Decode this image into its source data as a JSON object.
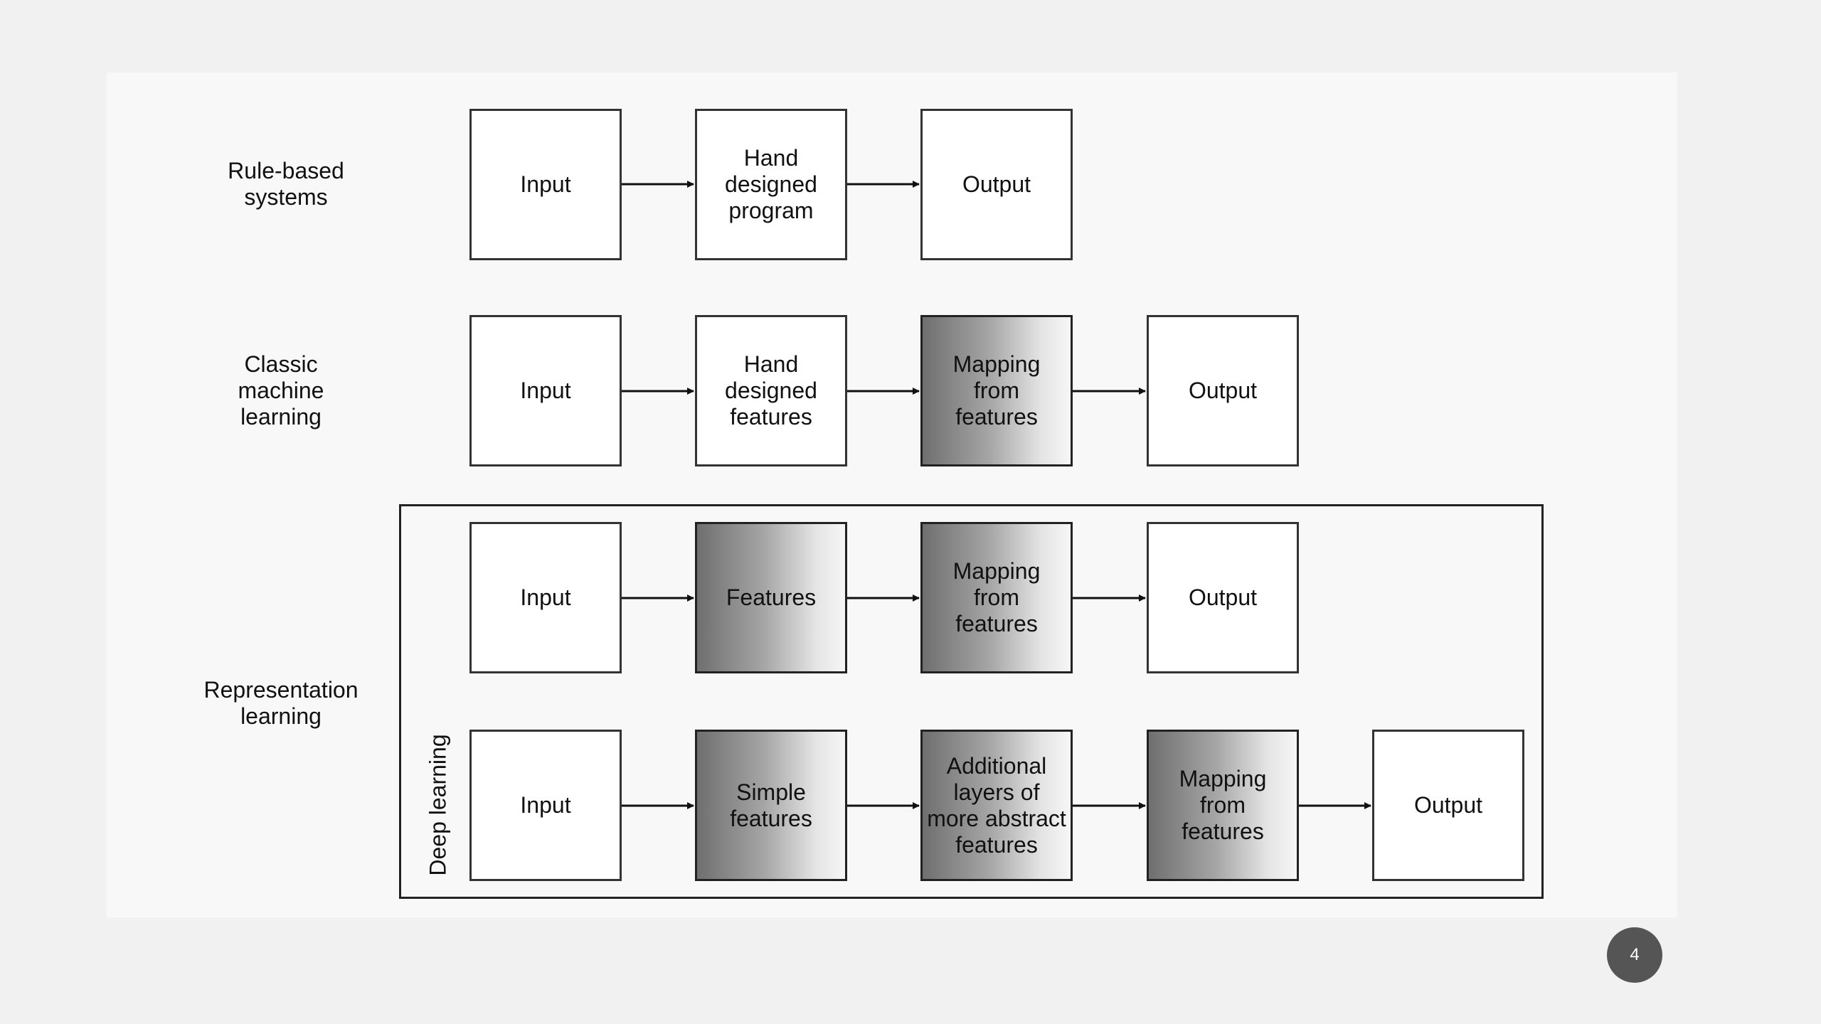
{
  "rows": {
    "rule_based": {
      "label": [
        "Rule-based",
        "systems"
      ],
      "boxes": [
        {
          "lines": [
            "Input"
          ],
          "shaded": false
        },
        {
          "lines": [
            "Hand",
            "designed",
            "program"
          ],
          "shaded": false
        },
        {
          "lines": [
            "Output"
          ],
          "shaded": false
        }
      ]
    },
    "classic_ml": {
      "label": [
        "Classic",
        "machine",
        "learning"
      ],
      "boxes": [
        {
          "lines": [
            "Input"
          ],
          "shaded": false
        },
        {
          "lines": [
            "Hand",
            "designed",
            "features"
          ],
          "shaded": false
        },
        {
          "lines": [
            "Mapping",
            "from",
            "features"
          ],
          "shaded": true
        },
        {
          "lines": [
            "Output"
          ],
          "shaded": false
        }
      ]
    },
    "representation": {
      "label": [
        "Representation",
        "learning"
      ],
      "boxes": [
        {
          "lines": [
            "Input"
          ],
          "shaded": false
        },
        {
          "lines": [
            "Features"
          ],
          "shaded": true
        },
        {
          "lines": [
            "Mapping",
            "from",
            "features"
          ],
          "shaded": true
        },
        {
          "lines": [
            "Output"
          ],
          "shaded": false
        }
      ]
    },
    "deep": {
      "boxes": [
        {
          "lines": [
            "Input"
          ],
          "shaded": false
        },
        {
          "lines": [
            "Simple",
            "features"
          ],
          "shaded": true
        },
        {
          "lines": [
            "Additional",
            "layers of",
            "more abstract",
            "features"
          ],
          "shaded": true
        },
        {
          "lines": [
            "Mapping",
            "from",
            "features"
          ],
          "shaded": true
        },
        {
          "lines": [
            "Output"
          ],
          "shaded": false
        }
      ]
    }
  },
  "deep_learning_label": "Deep learning",
  "page_number": "4"
}
